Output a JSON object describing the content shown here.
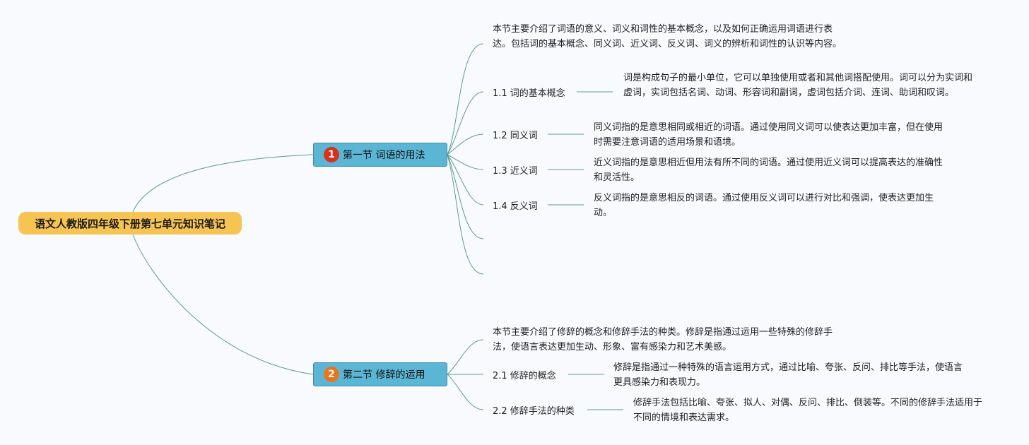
{
  "colors": {
    "root_bg": "#f6c452",
    "section_bg": "#5bb6d6",
    "line": "#5f9c8e",
    "badge1": "#d9311e",
    "badge2": "#e8741e"
  },
  "root": {
    "title": "语文人教版四年级下册第七单元知识笔记"
  },
  "sections": [
    {
      "number": "1",
      "title": "第一节 词语的用法",
      "summary": "本节主要介绍了词语的意义、词义和词性的基本概念，以及如何正确运用词语进行表达。包括词的基本概念、同义词、近义词、反义词、词义的辨析和词性的认识等内容。",
      "topics": [
        {
          "label": "1.1 词的基本概念",
          "text": "词是构成句子的最小单位，它可以单独使用或者和其他词搭配使用。词可以分为实词和虚词，实词包括名词、动词、形容词和副词，虚词包括介词、连词、助词和叹词。"
        },
        {
          "label": "1.2 同义词",
          "text": "同义词指的是意思相同或相近的词语。通过使用同义词可以使表达更加丰富，但在使用时需要注意词语的适用场景和语境。"
        },
        {
          "label": "1.3 近义词",
          "text": "近义词指的是意思相近但用法有所不同的词语。通过使用近义词可以提高表达的准确性和灵活性。"
        },
        {
          "label": "1.4 反义词",
          "text": "反义词指的是意思相反的词语。通过使用反义词可以进行对比和强调，使表达更加生动。"
        }
      ]
    },
    {
      "number": "2",
      "title": "第二节 修辞的运用",
      "summary": "本节主要介绍了修辞的概念和修辞手法的种类。修辞是指通过运用一些特殊的修辞手法，使语言表达更加生动、形象、富有感染力和艺术美感。",
      "topics": [
        {
          "label": "2.1 修辞的概念",
          "text": "修辞是指通过一种特殊的语言运用方式，通过比喻、夸张、反问、排比等手法，使语言更具感染力和表现力。"
        },
        {
          "label": "2.2 修辞手法的种类",
          "text": "修辞手法包括比喻、夸张、拟人、对偶、反问、排比、倒装等。不同的修辞手法适用于不同的情境和表达需求。"
        }
      ]
    }
  ]
}
